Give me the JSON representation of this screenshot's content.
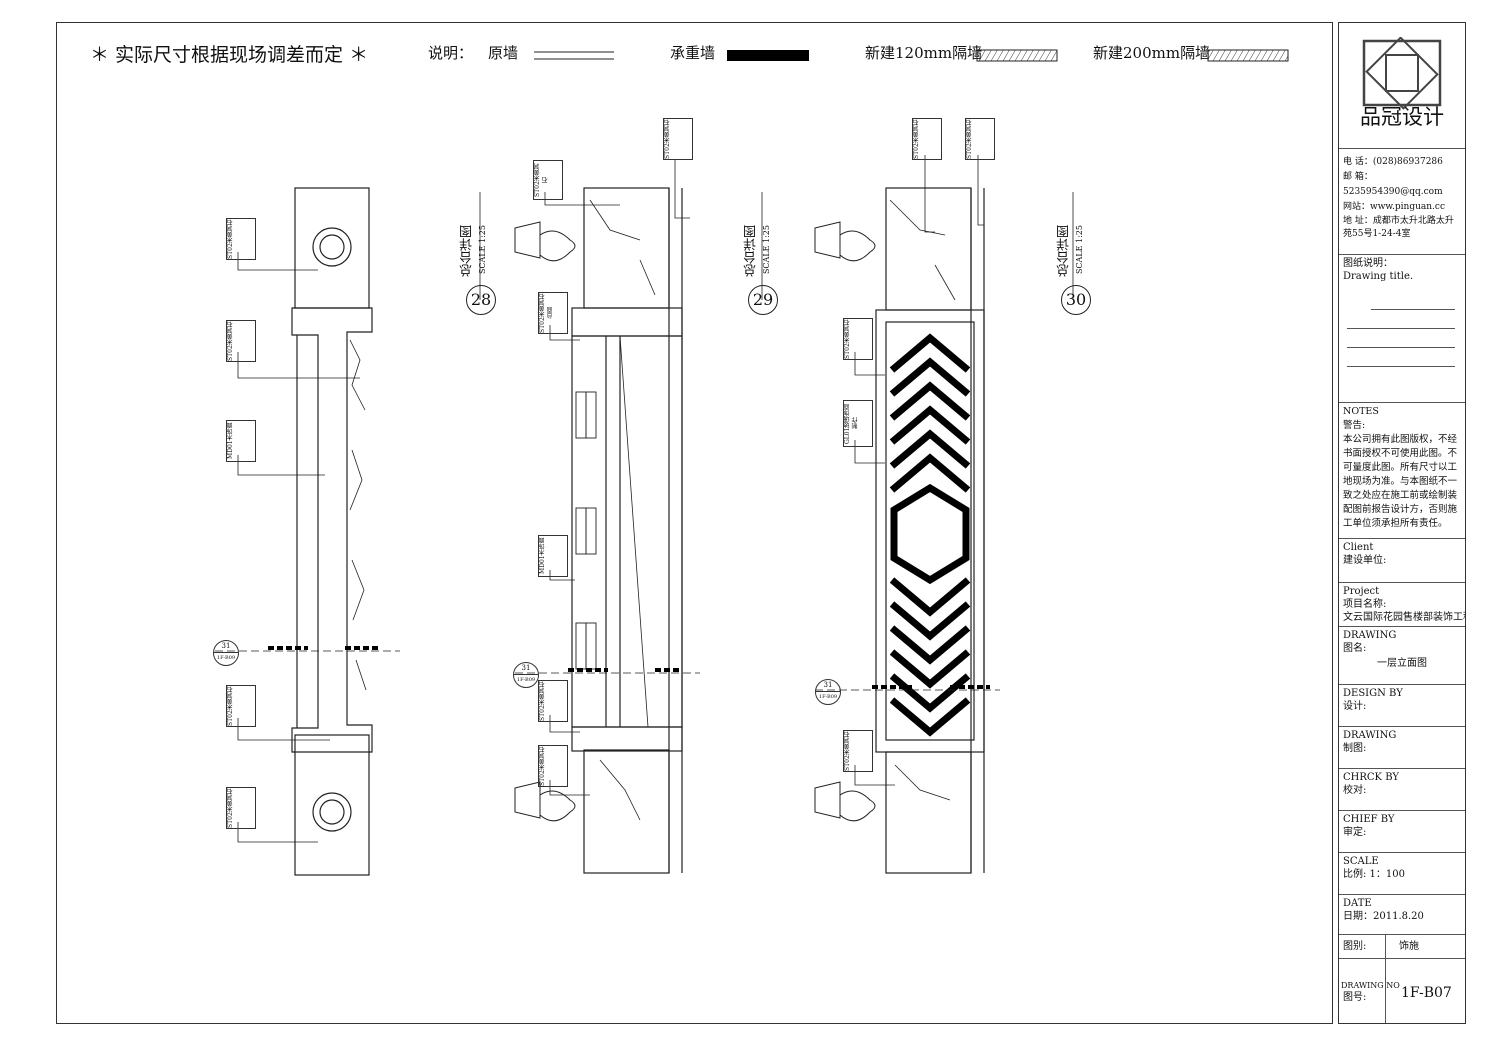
{
  "header": {
    "note": "＊ 实际尺寸根据现场调差而定 ＊",
    "legend_label": "说明：",
    "legend": [
      {
        "label": "原墙"
      },
      {
        "label": "承重墙"
      },
      {
        "label": "新建120mm隔墙"
      },
      {
        "label": "新建200mm隔墙"
      }
    ]
  },
  "views": [
    {
      "number": "28",
      "title": "总台详图",
      "scale": "SCALE 1:25"
    },
    {
      "number": "29",
      "title": "总台详图",
      "scale": "SCALE 1:25"
    },
    {
      "number": "30",
      "title": "总台详图",
      "scale": "SCALE 1:25"
    }
  ],
  "tags": {
    "st02": {
      "code": "ST",
      "no": "02",
      "desc": "米黄洞石"
    },
    "st02b": {
      "code": "ST",
      "no": "02",
      "desc": "米黄洞石台面"
    },
    "md01": {
      "code": "MD",
      "no": "01",
      "desc": "木饰面"
    },
    "gl01": {
      "code": "GL",
      "no": "01",
      "desc": "玻璃饰面制作"
    },
    "sect31": {
      "no": "31",
      "sheet": "1F-B09"
    }
  },
  "title_block": {
    "company": "品冠设计",
    "phone": "电 话：(028)86937286",
    "email": "邮 箱：5235954390@qq.com",
    "web": "网站：www.pinguan.cc",
    "address": "地 址：成都市太升北路太升苑55号1-24-4室",
    "drawing_title_cn": "图纸说明：",
    "drawing_title_en": "Drawing title.",
    "notes_en": "NOTES",
    "notes_cn": "警告:",
    "notes_text": "本公司拥有此图版权，不经书面授权不可使用此图。不可量度此图。所有尺寸以工地现场为准。与本图纸不一致之处应在施工前或绘制装配图前报告设计方，否则施工单位须承担所有责任。",
    "client_en": "Client",
    "client_cn": "建设单位:",
    "project_en": "Project",
    "project_cn": "项目名称:",
    "project_value": "文云国际花园售楼部装饰工程",
    "drawing_en": "DRAWING",
    "drawing_cn": "图名:",
    "drawing_value": "一层立面图",
    "design_en": "DESIGN BY",
    "design_cn": "设计:",
    "drawn_en": "DRAWING",
    "drawn_cn": "制图:",
    "check_en": "CHRCK BY",
    "check_cn": "校对:",
    "chief_en": "CHIEF BY",
    "chief_cn": "审定:",
    "scale_en": "SCALE",
    "scale_cn": "比例: 1：100",
    "date_en": "DATE",
    "date_cn": "日期：2011.8.20",
    "category_label": "图别:",
    "category_value": "饰施",
    "drawing_no_en": "DRAWING NO",
    "drawing_no_cn": "图号:",
    "drawing_no_value": "1F-B07"
  }
}
